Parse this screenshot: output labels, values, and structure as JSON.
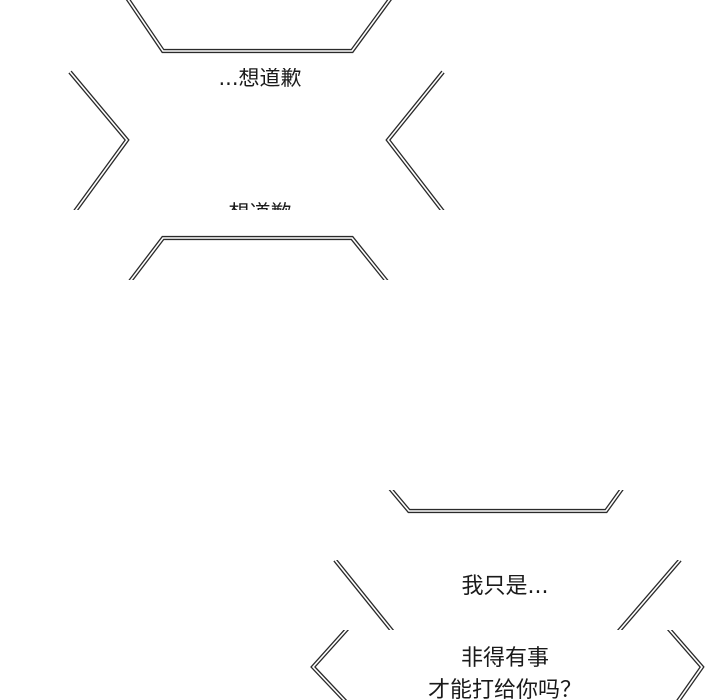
{
  "panels": [
    {
      "lines": [
        "...想道歉",
        "想道歉"
      ]
    },
    {
      "lines": [
        "我只是...",
        "非得有事",
        "才能打给你吗？"
      ]
    }
  ],
  "colors": {
    "outline": "#2a2a2a",
    "background": "#ffffff",
    "text": "#1a1a1a"
  }
}
